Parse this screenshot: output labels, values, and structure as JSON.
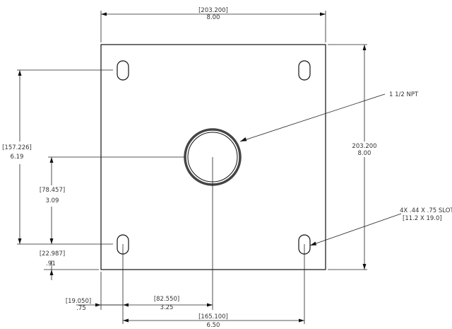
{
  "dimensions": {
    "top_width": {
      "metric": "[203.200]",
      "imperial": "8.00"
    },
    "right_height": {
      "metric": "203.200",
      "imperial": "8.00"
    },
    "left_slot_span": {
      "metric": "[157.226]",
      "imperial": "6.19"
    },
    "hole_height": {
      "metric": "[78.457]",
      "imperial": "3.09"
    },
    "bottom_slot_offset": {
      "metric": "[22.987]",
      "imperial": ".91"
    },
    "left_slot_offset": {
      "metric": "[19.050]",
      "imperial": ".75"
    },
    "hole_center_x": {
      "metric": "[82.550]",
      "imperial": "3.25"
    },
    "bottom_slot_span": {
      "metric": "[165.100]",
      "imperial": "6.50"
    }
  },
  "callouts": {
    "center_hole": "1 1/2 NPT",
    "slots_line1": "4X .44 X .75 SLOT",
    "slots_line2": "[11.2 X 19.0]"
  }
}
